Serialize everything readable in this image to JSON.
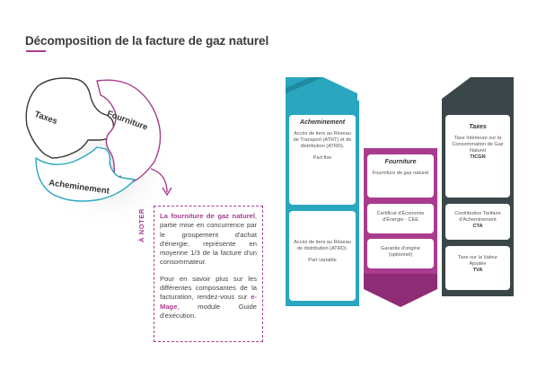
{
  "title": "Décomposition de la facture de gaz naturel",
  "colors": {
    "purple": "#a93c8f",
    "teal": "#2aa6bf",
    "dark": "#3a4647",
    "text": "#3a3a3a"
  },
  "cycle": {
    "taxes": "Taxes",
    "fourniture": "Fourniture",
    "acheminement": "Acheminement"
  },
  "note": {
    "side_label": "À NOTER",
    "p1_highlight": "La fourniture de gaz naturel",
    "p1_rest": ", partie mise en concurrence par le groupement d'achat d'énergie, représente en moyenne 1/3 de la facture d'un consommateur.",
    "p2_start": "Pour en savoir plus sur les différentes composantes de la facturation, rendez-vous sur ",
    "p2_highlight": "e-Mage",
    "p2_end": ", module Guide d'exécution."
  },
  "acheminement": {
    "title": "Acheminement",
    "fixed_text": "Accès de tiers au Réseau de Transport (ATRT) et de distribution (ATRD).",
    "fixed_label": "Part fixe",
    "variable_text": "Accès de tiers au Réseau de distribution (ATRD).",
    "variable_label": "Part variable"
  },
  "fourniture": {
    "title": "Fourniture",
    "text": "Fourniture de gaz naturel",
    "cee": "Certificat d'Économie d'Énergie - CEE",
    "origine": "Garantie d'origine (optionnel)"
  },
  "taxes": {
    "title": "Taxes",
    "ticgn_text": "Taxe Intérieure sur la Consommation de Gaz Naturel",
    "ticgn_code": "TICGN",
    "cta_text": "Contribution Tarifaire d'Acheminement",
    "cta_code": "CTA",
    "tva_text": "Taxe sur la Valeur Ajoutée",
    "tva_code": "TVA"
  }
}
